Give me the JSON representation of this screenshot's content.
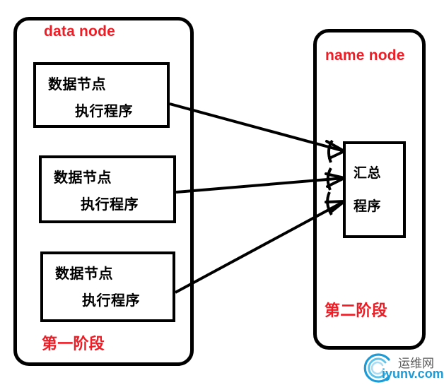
{
  "diagram": {
    "title": "MapReduce data node / name node two-stage diagram",
    "colors": {
      "stroke": "#000000",
      "accent_red": "#ee1c25",
      "watermark_blue": "#1d9bd7",
      "watermark_gray": "#5a5a5a",
      "background": "#ffffff"
    },
    "clusters": [
      {
        "id": "data-node",
        "title": "data node",
        "footer": "第一阶段",
        "shape": "rounded-rectangle"
      },
      {
        "id": "name-node",
        "title": "name node",
        "footer": "第二阶段",
        "shape": "rounded-rectangle"
      }
    ],
    "process_boxes": [
      {
        "id": "proc-1",
        "line1": "数据节点",
        "line2": "执行程序"
      },
      {
        "id": "proc-2",
        "line1": "数据节点",
        "line2": "执行程序"
      },
      {
        "id": "proc-3",
        "line1": "数据节点",
        "line2": "执行程序"
      },
      {
        "id": "proc-summary",
        "line1": "汇总",
        "line2": "程序"
      }
    ],
    "connectors": [
      {
        "id": "arrow-1",
        "from": "proc-1",
        "to": "proc-summary",
        "style": "solid-arrow"
      },
      {
        "id": "arrow-2",
        "from": "proc-2",
        "to": "proc-summary",
        "style": "solid-arrow"
      },
      {
        "id": "arrow-3",
        "from": "proc-3",
        "to": "proc-summary",
        "style": "solid-arrow"
      }
    ]
  },
  "watermark": {
    "cjk": "运维网",
    "url": "iyunv.com"
  }
}
